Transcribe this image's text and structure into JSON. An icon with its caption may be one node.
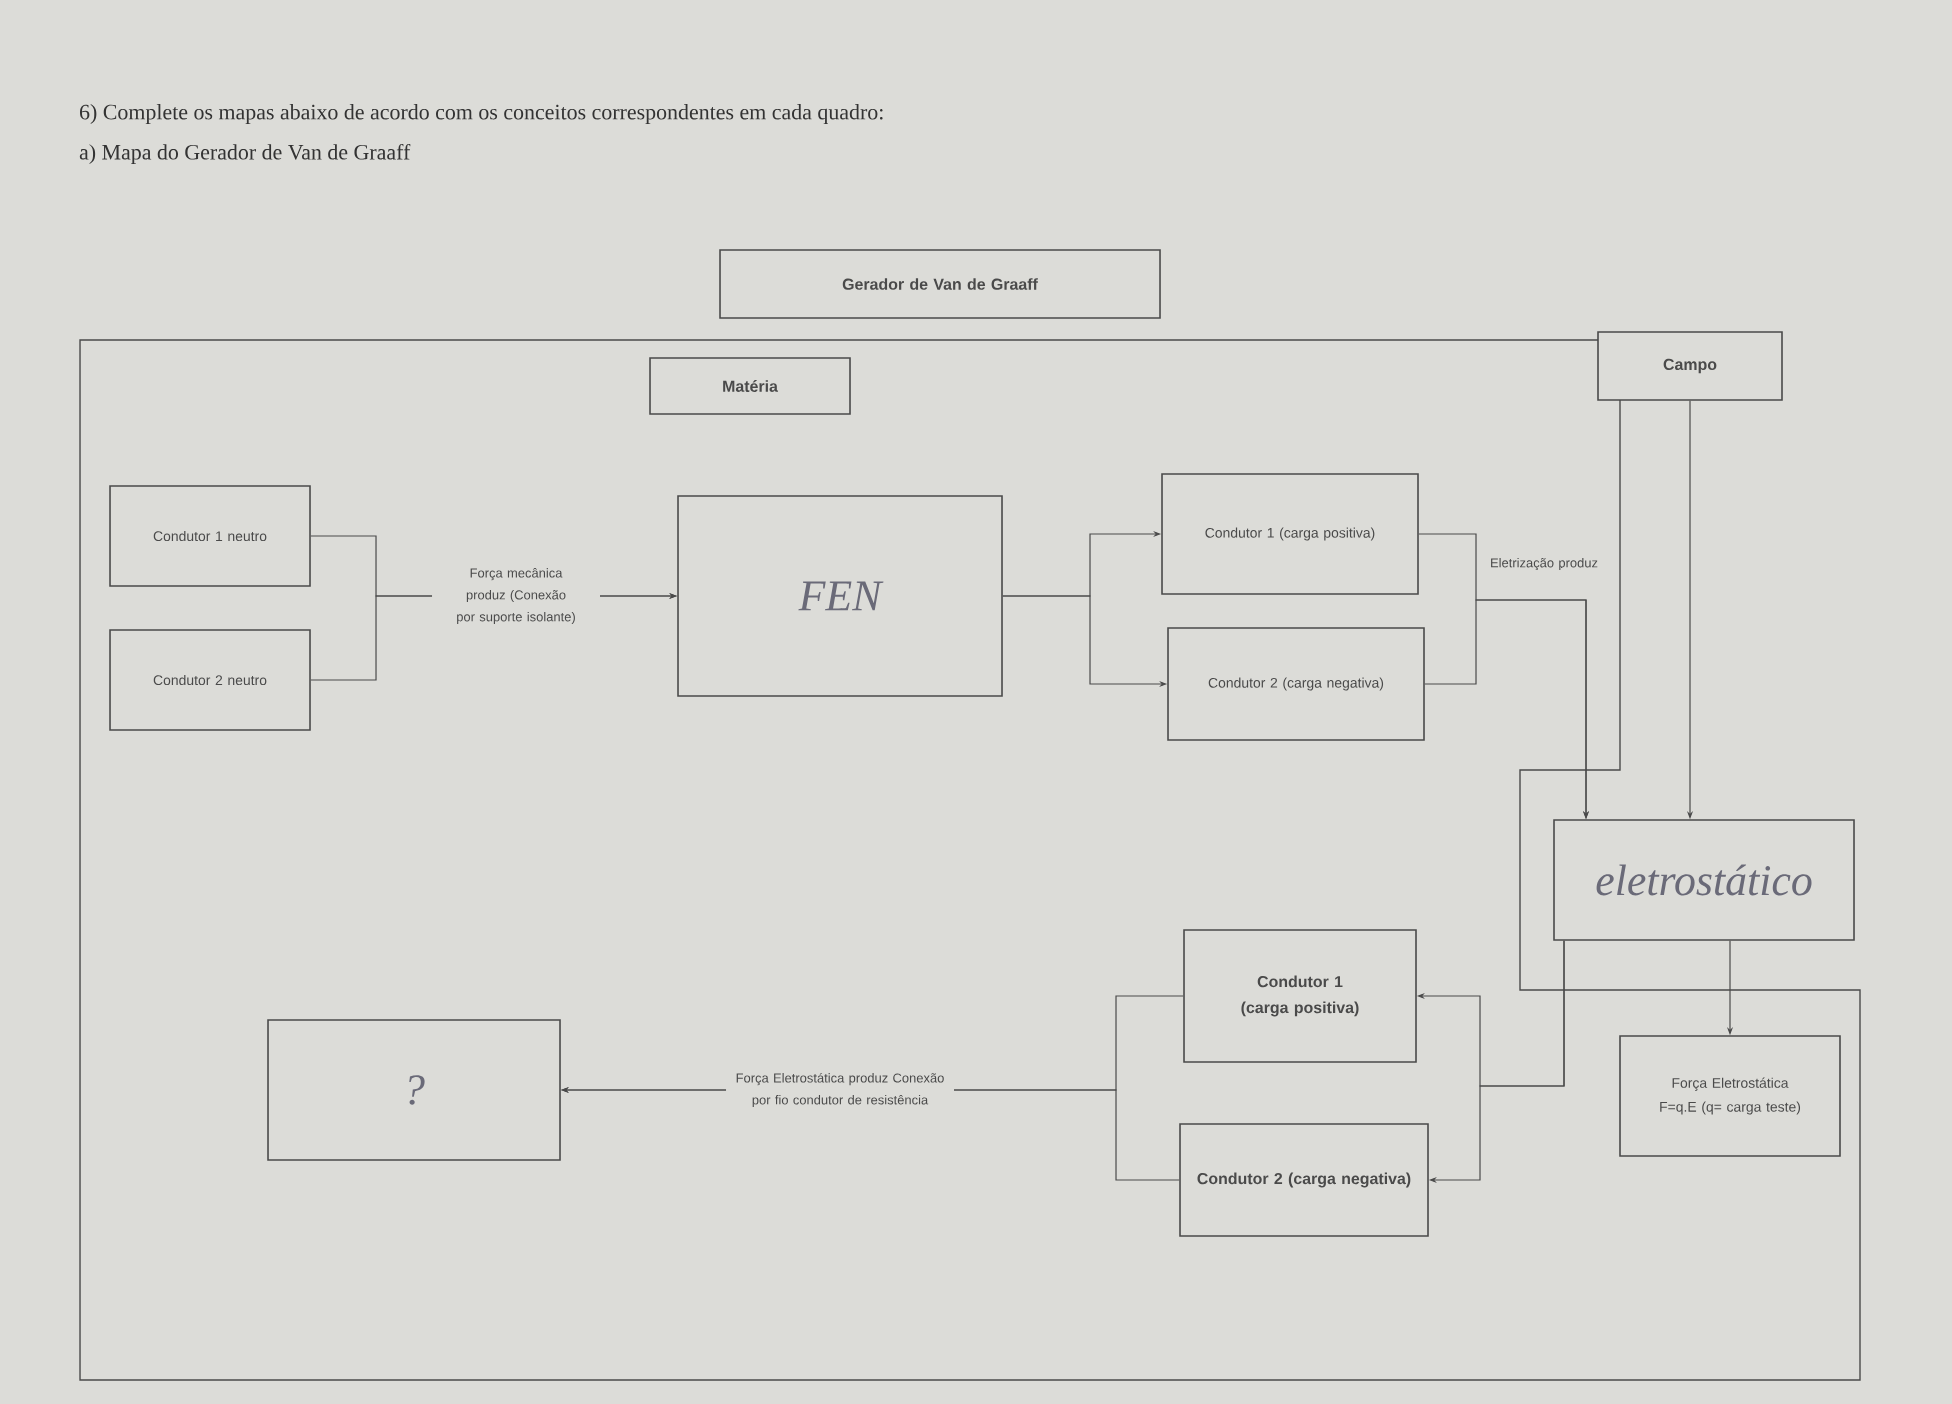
{
  "diagram": {
    "title": "6) Complete os mapas abaixo de acordo com os conceitos correspondentes em cada quadro:",
    "labels": [
      "a) Mapa do Gerador de Van de Graaff"
    ],
    "nodes": [
      {
        "text": [
          "Gerador de Van de Graaff"
        ]
      },
      {
        "text": [
          "Matéria"
        ]
      },
      {
        "text": [
          "Campo"
        ]
      },
      {
        "text": [
          "Condutor 1 neutro"
        ]
      },
      {
        "text": [
          "Condutor 2 neutro"
        ]
      },
      {
        "text": [
          "FEN"
        ]
      },
      {
        "text": [
          "Condutor 1 (carga positiva)"
        ]
      },
      {
        "text": [
          "Condutor 2 (carga negativa)"
        ]
      },
      {
        "text": [
          "eletrostático"
        ]
      },
      {
        "text": [
          "Força Eletrostática F=q.E (q= carga teste)"
        ]
      },
      {
        "text": [
          "Condutor 1 (carga positiva)"
        ]
      },
      {
        "text": [
          "Condutor 2 (carga negativa)"
        ]
      },
      {
        "text": [
          "?"
        ]
      }
    ],
    "edges": [
      {
        "from": 3,
        "to": 5,
        "arrow": "to",
        "label": "Força mecânica produz (Conexão por suporte isolante)"
      },
      {
        "from": 4,
        "to": 5,
        "arrow": "to"
      },
      {
        "from": 5,
        "to": 6,
        "arrow": "to"
      },
      {
        "from": 5,
        "to": 7,
        "arrow": "to"
      },
      {
        "from": 6,
        "to": 8,
        "arrow": "to",
        "label": "Eletrização produz"
      },
      {
        "from": 7,
        "to": 8,
        "arrow": "to"
      },
      {
        "from": 2,
        "to": 8,
        "arrow": "to"
      },
      {
        "from": 8,
        "to": 9,
        "arrow": "to"
      },
      {
        "from": 8,
        "to": 10,
        "arrow": "to"
      },
      {
        "from": 8,
        "to": 11,
        "arrow": "to"
      },
      {
        "from": 10,
        "to": 12,
        "arrow": "to",
        "label": "Força Eletrostática produz Conexão por fio condutor de resistência"
      },
      {
        "from": 11,
        "to": 12,
        "arrow": "to"
      }
    ]
  }
}
